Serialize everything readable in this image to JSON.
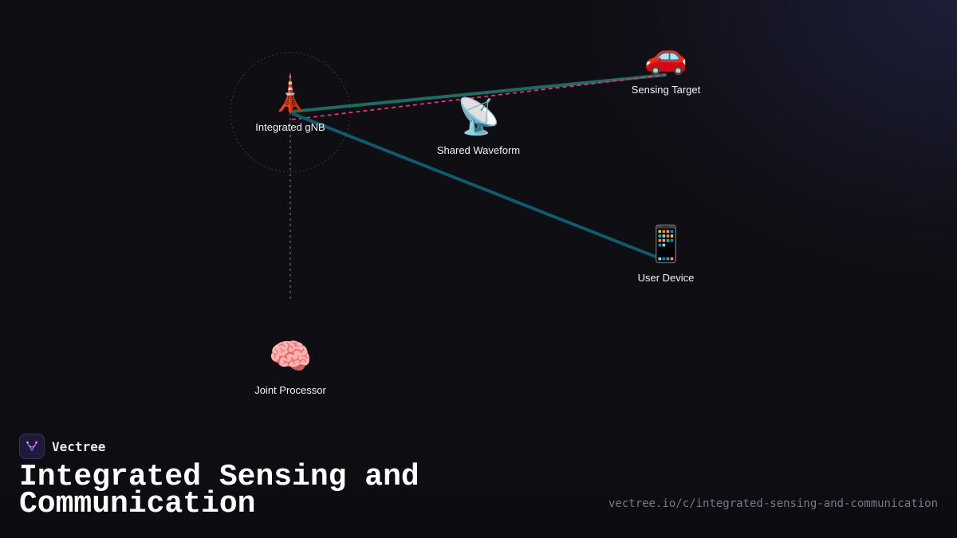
{
  "brand": {
    "name": "Vectree",
    "logo_icon": "vectree-logo-icon"
  },
  "title": "Integrated Sensing and Communication",
  "url": "vectree.io/c/integrated-sensing-and-communication",
  "nodes": [
    {
      "id": "gnb",
      "label": "Integrated gNB",
      "icon": "🗼",
      "icon_name": "tower-icon"
    },
    {
      "id": "waveform",
      "label": "Shared Waveform",
      "icon": "📡",
      "icon_name": "satellite-dish-icon"
    },
    {
      "id": "target",
      "label": "Sensing Target",
      "icon": "🚗",
      "icon_name": "car-icon"
    },
    {
      "id": "device",
      "label": "User Device",
      "icon": "📱",
      "icon_name": "phone-icon"
    },
    {
      "id": "processor",
      "label": "Joint Processor",
      "icon": "🧠",
      "icon_name": "brain-icon"
    }
  ],
  "links": [
    {
      "from": "gnb",
      "to": "target",
      "style": "solid",
      "color": "#1f6a63"
    },
    {
      "from": "gnb",
      "to": "target",
      "style": "dashed",
      "color": "#e8336a"
    },
    {
      "from": "gnb",
      "to": "device",
      "style": "solid",
      "color": "#0f5a6b"
    },
    {
      "from": "gnb",
      "to": "processor",
      "style": "dotted",
      "color": "#5a5a66"
    }
  ],
  "colors": {
    "background": "#0f0e13",
    "accent_pink": "#e8336a",
    "accent_teal": "#1f6a63"
  }
}
